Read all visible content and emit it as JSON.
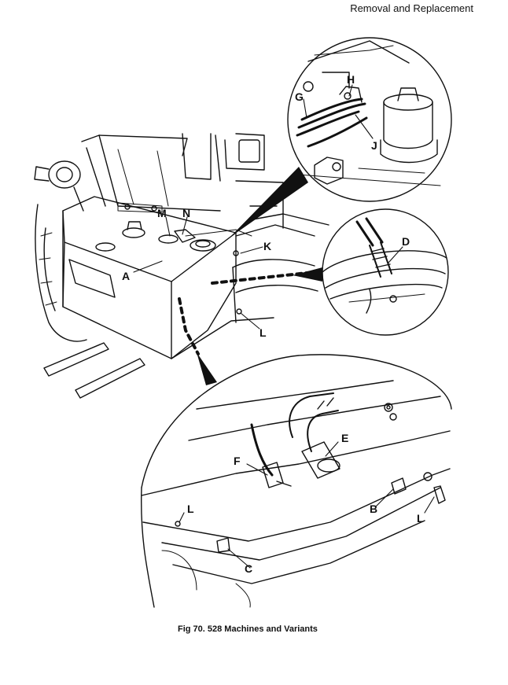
{
  "header": {
    "section_title": "Removal and Replacement"
  },
  "figure": {
    "caption": "Fig 70. 528 Machines and Variants",
    "callouts": {
      "A": "A",
      "B": "B",
      "C": "C",
      "D": "D",
      "E": "E",
      "F": "F",
      "G": "G",
      "H": "H",
      "J": "J",
      "K": "K",
      "L": "L",
      "M": "M",
      "N": "N"
    }
  }
}
